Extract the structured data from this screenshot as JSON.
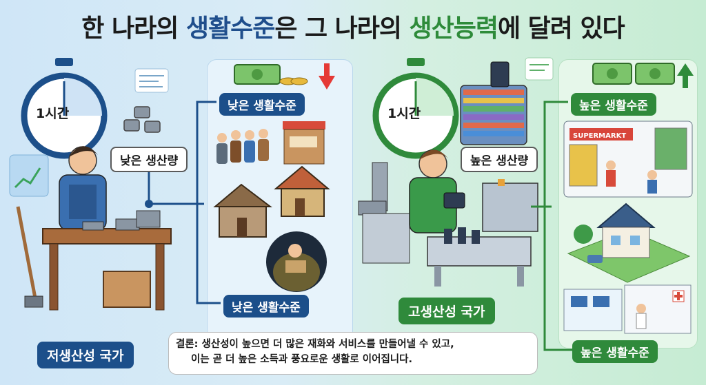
{
  "title": {
    "part1": "한 나라의 ",
    "highlight1": "생활수준",
    "part2": "은 그 나라의 ",
    "highlight2": "생산능력",
    "part3": "에 달려 있다"
  },
  "left": {
    "timer_label": "1시간",
    "output_label": "낮은 생산량",
    "country_label": "저생산성 국가",
    "living_label_top": "낮은 생활수준",
    "living_label_bottom": "낮은 생활수준",
    "arrow_color": "#e53935",
    "accent_color": "#1c4f8a"
  },
  "right": {
    "timer_label": "1시간",
    "output_label": "높은 생산량",
    "country_label": "고생산성 국가",
    "living_label_top": "높은 생활수준",
    "living_label_bottom": "높은 생활수준",
    "supermarket_sign": "SUPERMARKT",
    "arrow_color": "#2e8b3a",
    "accent_color": "#2f8a3b"
  },
  "conclusion": {
    "line1": "결론: 생산성이 높으면 더 많은 재화와 서비스를 만들어낼 수 있고,",
    "line2": "이는 곧 더 높은 소득과 풍요로운 생활로 이어집니다."
  }
}
